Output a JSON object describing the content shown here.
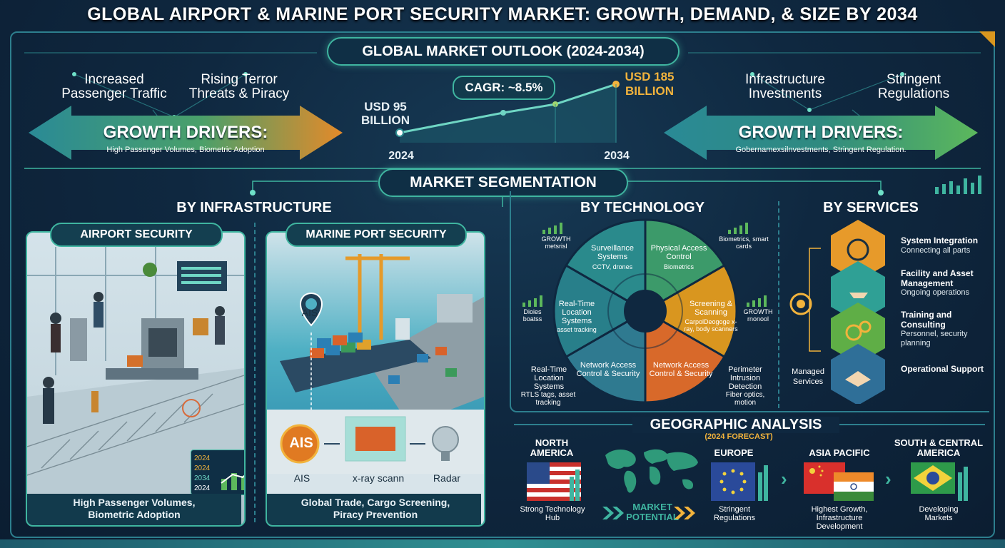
{
  "title": "GLOBAL AIRPORT & MARINE PORT SECURITY MARKET: GROWTH, DEMAND, & SIZE BY 2034",
  "outlook": {
    "heading": "GLOBAL MARKET OUTLOOK (2024-2034)",
    "cagr": "CAGR: ~8.5%",
    "start_value": "USD 95 BILLION",
    "end_value": "USD 185 BILLION",
    "start_year": "2024",
    "end_year": "2034"
  },
  "left_drivers": {
    "item1": "Increased Passenger Traffic",
    "item2": "Rising Terror Threats & Piracy",
    "arrow_label": "GROWTH DRIVERS:",
    "arrow_sub": "High Passenger Volumes, Biometric Adoption"
  },
  "right_drivers": {
    "item1": "Infrastructure Investments",
    "item2": "Stringent Regulations",
    "arrow_label": "GROWTH DRIVERS:",
    "arrow_sub": "Gobernamexsilnvestments, Stringent Regulation."
  },
  "segmentation": {
    "heading": "MARKET SEGMENTATION",
    "by_infrastructure": "BY INFRASTRUCTURE",
    "by_technology": "BY TECHNOLOGY",
    "by_services": "BY SERVICES"
  },
  "airport": {
    "title": "AIRPORT SECURITY",
    "caption": "High Passenger Volumes, Biometric Adoption",
    "years": [
      "2024",
      "2024",
      "2034",
      "2024"
    ]
  },
  "marine": {
    "title": "MARINE PORT SECURITY",
    "ais_pin": "AIS",
    "ais_circle": "AIS",
    "ais_label": "AIS",
    "xray_label": "x-ray scann",
    "radar_label": "Radar",
    "caption": "Global Trade, Cargo Screening, Piracy Prevention"
  },
  "technology": {
    "segments": [
      {
        "title": "Surveillance Systems",
        "sub": "CCTV, drones",
        "color": "#2a8a8c"
      },
      {
        "title": "Physical Access Control",
        "sub": "Biometrics",
        "color": "#3c9a6a"
      },
      {
        "title": "Screening & Scanning",
        "sub": "CarpolDeogoge x-ray, body scanners",
        "color": "#d9961f"
      },
      {
        "title": "Network Access Control & Security",
        "sub": "",
        "color": "#d8692a"
      },
      {
        "title": "Network Access Control & Security",
        "sub": "",
        "color": "#2f7a90"
      },
      {
        "title": "Real-Time Location Systems",
        "sub": "asset tracking",
        "color": "#287f8a"
      }
    ],
    "outer": {
      "growth_metrics": "GROWTH metsrisl",
      "biometrics": "Biometrics, smart cards",
      "dioies": "Dioies boatss",
      "growth_right": "GROWTH rnonool",
      "rtls_title": "Real-Time Location Systems",
      "rtls_sub": "RTLS tags, asset tracking",
      "perimeter_title": "Perimeter Intrusion Detection",
      "perimeter_sub": "Fiber optics, motion"
    }
  },
  "services": {
    "items": [
      {
        "title": "System Integration",
        "sub": "Connecting all parts"
      },
      {
        "title": "Facility and Asset Management",
        "sub": "Ongoing operations"
      },
      {
        "title": "Training and Consulting",
        "sub": "Personnel, security planning"
      },
      {
        "title": "Operational Support",
        "sub": ""
      }
    ],
    "managed": "Managed Services"
  },
  "geo": {
    "heading": "GEOGRAPHIC ANALYSIS",
    "sub": "(2024 FORECAST)",
    "potential": "MARKET POTENTIAL",
    "regions": [
      {
        "name": "NORTH AMERICA",
        "note": "Strong Technology Hub"
      },
      {
        "name": "EUROPE",
        "note": "Stringent Regulations"
      },
      {
        "name": "ASIA PACIFIC",
        "note": "Highest Growth, Infrastructure Development"
      },
      {
        "name": "SOUTH & CENTRAL AMERICA",
        "note": "Developing Markets"
      }
    ]
  }
}
